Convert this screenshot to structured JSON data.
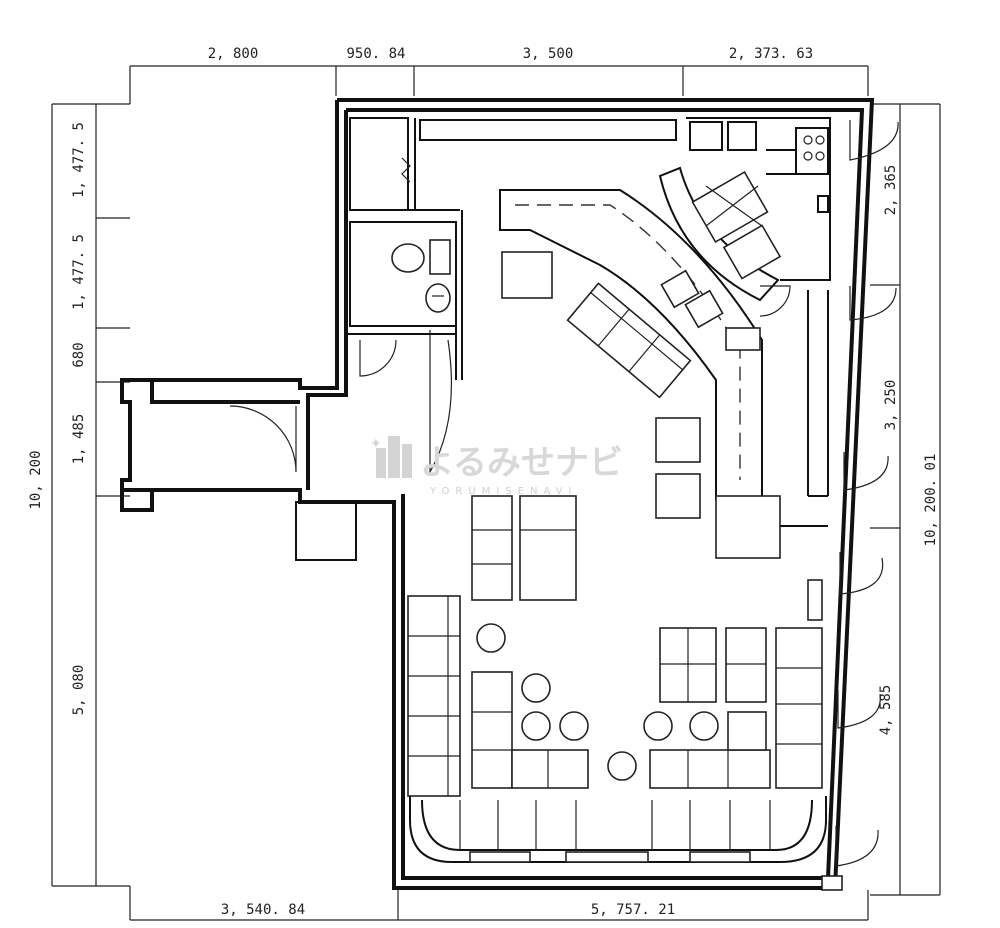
{
  "dimensions": {
    "top": [
      "2, 800",
      "950. 84",
      "3, 500",
      "2, 373. 63"
    ],
    "left": [
      "1, 477. 5",
      "1, 477. 5",
      "680",
      "1, 485",
      "10, 200",
      "5, 080"
    ],
    "right": [
      "2, 365",
      "3, 250",
      "10, 200. 01",
      "4, 585"
    ],
    "bottom": [
      "3, 540. 84",
      "5, 757. 21"
    ]
  },
  "watermark": {
    "title": "よるみせナビ",
    "subtitle": "YORUMISENAVI"
  }
}
